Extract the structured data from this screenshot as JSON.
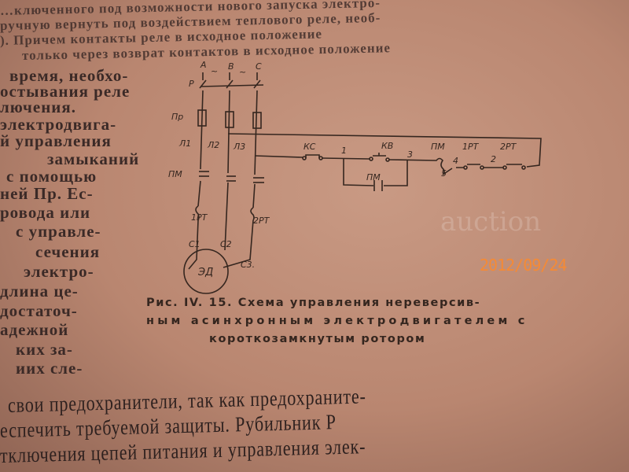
{
  "top_lines": [
    "…ключенного под возможности нового запуска электро-",
    "ручную вернуть под воздействием теплового реле, необ-",
    "). Причем контакты реле в исходное положение",
    "только через возврат контактов в исходное положение"
  ],
  "left_column": [
    "время, необхо-",
    "остывания реле",
    "лючения.",
    "электродвига-",
    "й управления",
    "замыканий",
    "с помощью",
    "ней Пр. Ес-",
    "ровода или",
    "с управле-",
    "сечения",
    "электро-",
    "длина це-",
    "достаточ-",
    "адежной",
    "ких за-",
    "иих сле-"
  ],
  "bottom_lines": [
    "свои предохранители, так как предохраните-",
    "еспечить требуемой защиты. Рубильник Р",
    "тключения цепей питания и управления элек-"
  ],
  "caption": [
    "Рис. IV. 15. Схема управления нереверсив-",
    "ным асинхронным электродвигателем с",
    "короткозамкнутым ротором"
  ],
  "diagram": {
    "phase_a": "A",
    "phase_b": "B",
    "phase_c": "C",
    "tilde": "~",
    "switch": "Р",
    "fuses": "Пр",
    "line1": "Л1",
    "line2": "Л2",
    "line3": "Л3",
    "contactor": "ПМ",
    "thermal1": "1РТ",
    "thermal2": "2РТ",
    "c1": "С1",
    "c2": "С2",
    "c3": "С3.",
    "motor": "ЭД",
    "stop_button": "КС",
    "start_button": "КВ",
    "node1": "1",
    "node3": "3",
    "coil": "ПМ",
    "node4": "4",
    "node5": "5",
    "node2": "2",
    "hold_contact": "ПМ",
    "ctrl_1rt": "1РТ",
    "ctrl_2rt": "2РТ"
  },
  "date_stamp": "2012/09/24",
  "watermark": "auction"
}
